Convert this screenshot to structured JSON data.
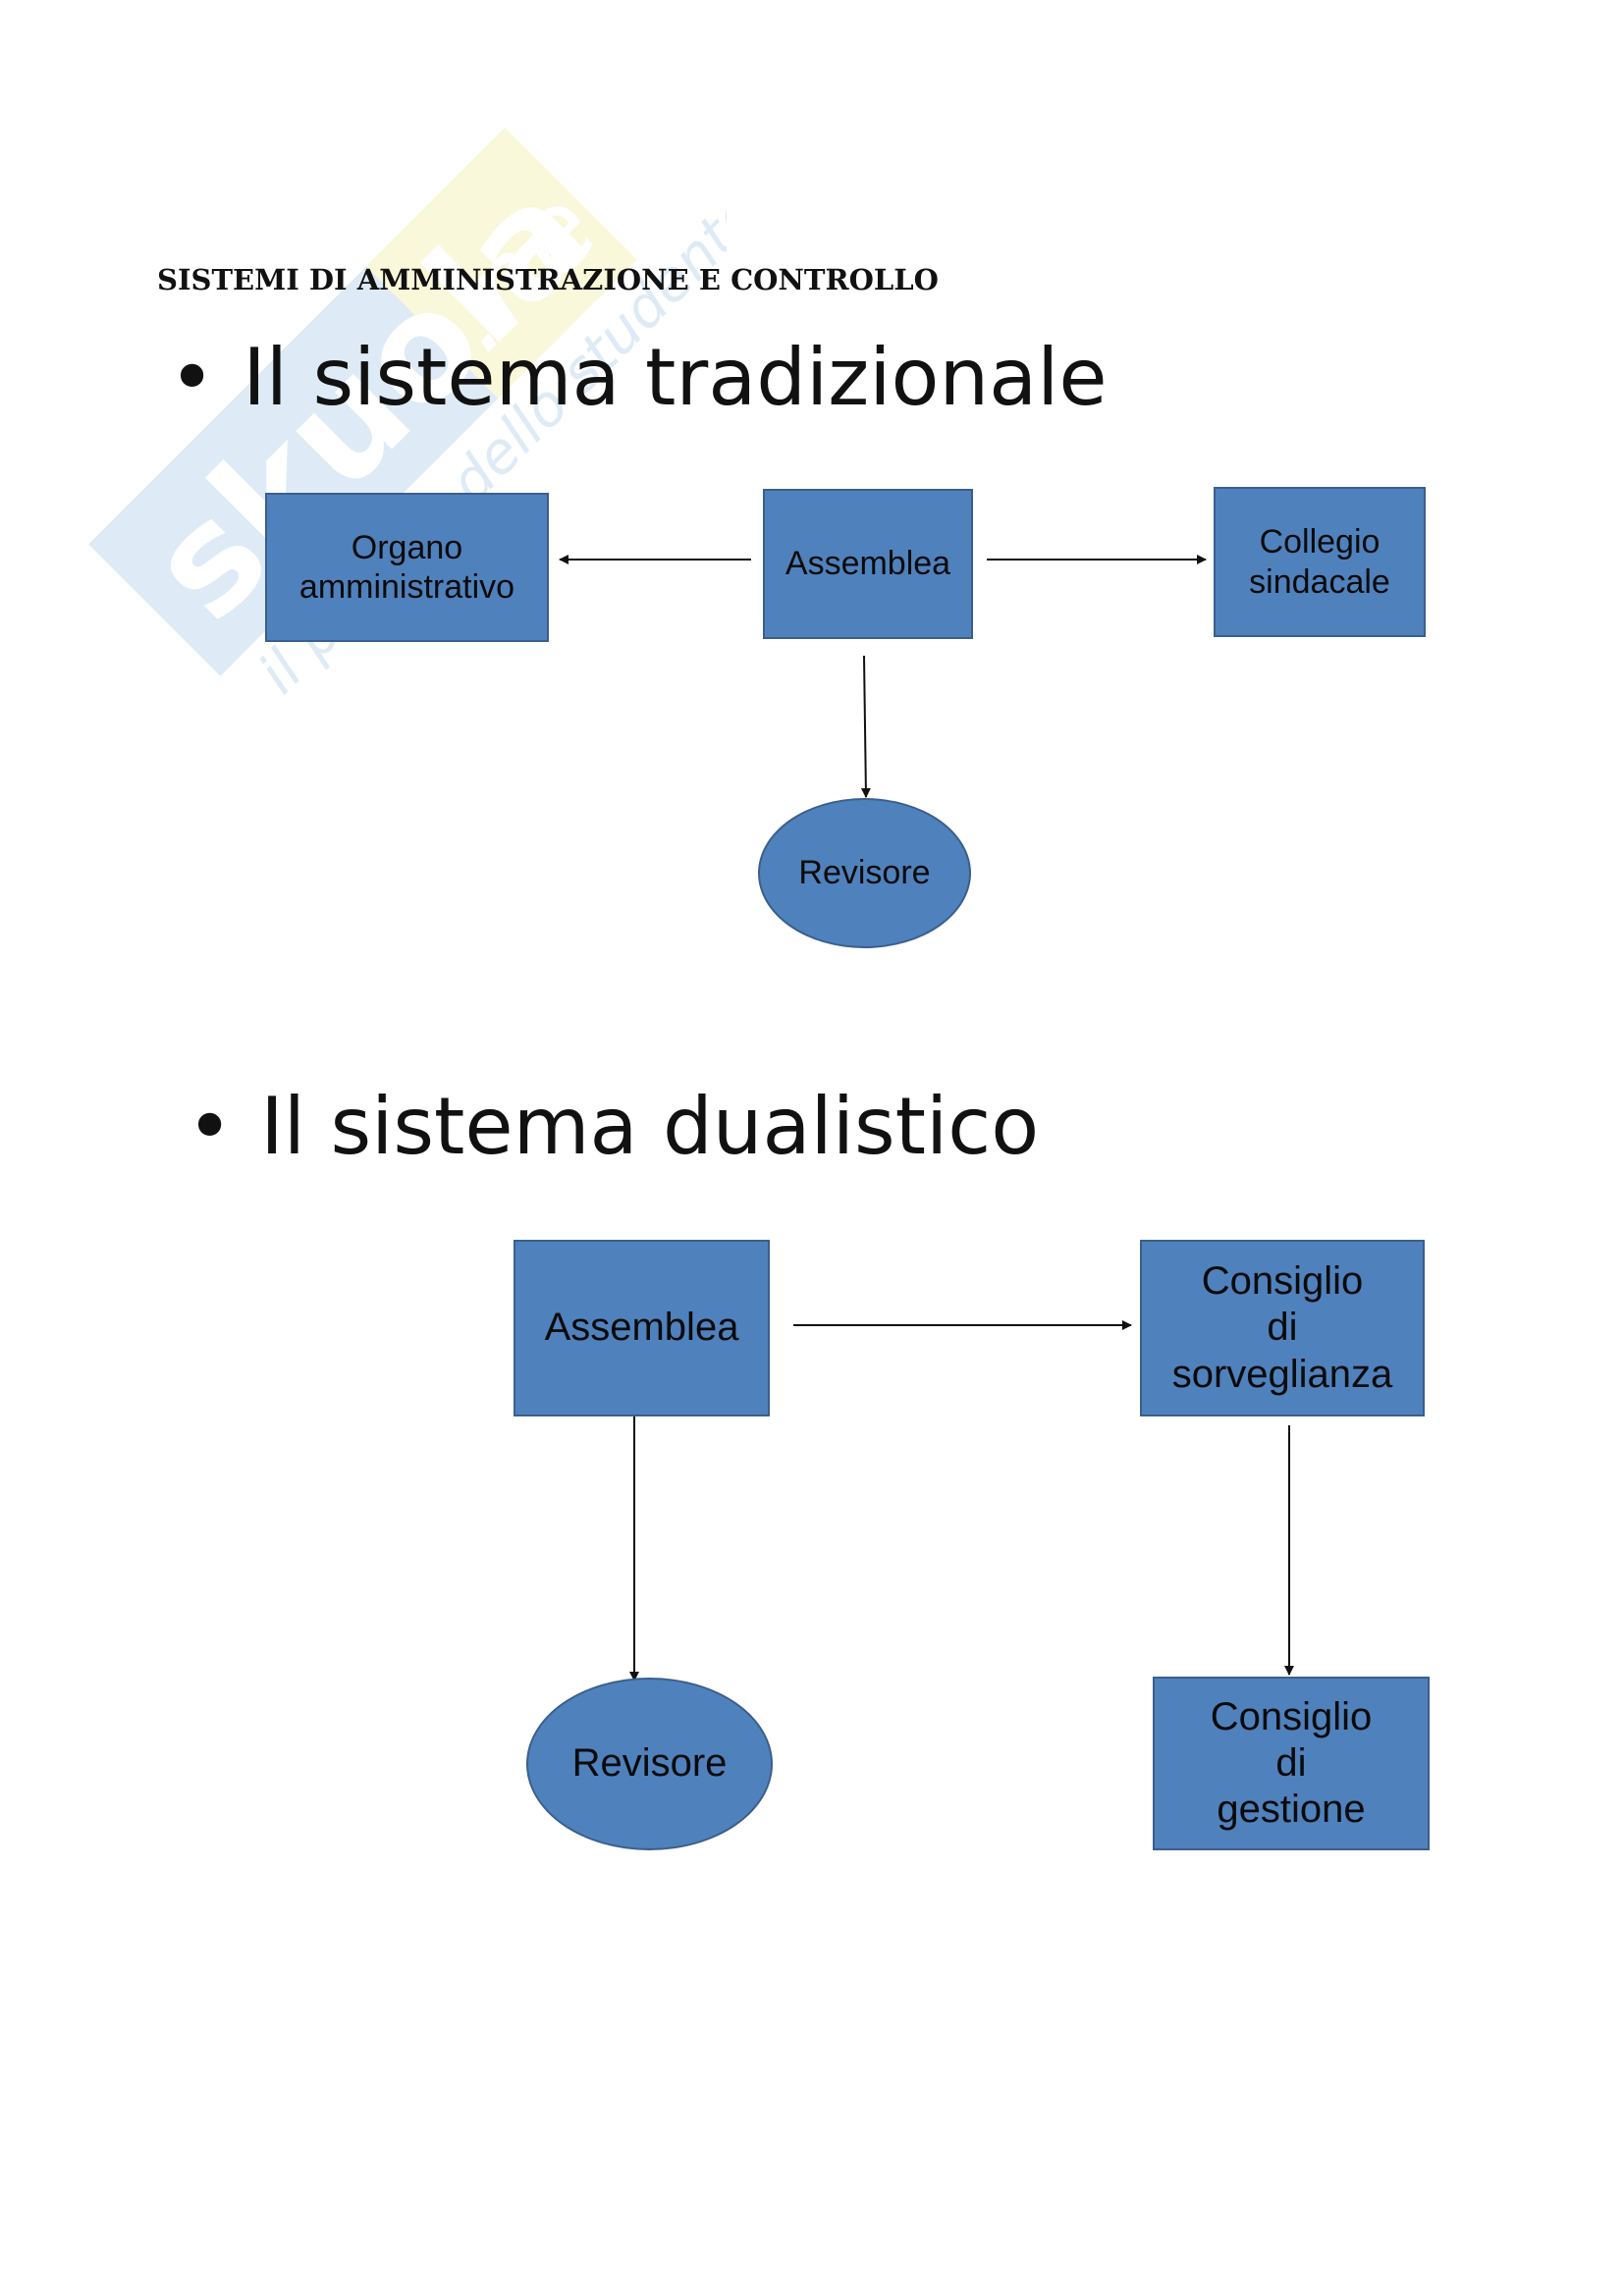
{
  "watermark": {
    "brand_text": "Skuola.net",
    "tagline": "il portale dello studente"
  },
  "heading": "SISTEMI DI AMMINISTRAZIONE E CONTROLLO",
  "section_traditional": {
    "bullet": "•",
    "title": "Il sistema tradizionale",
    "nodes": {
      "organo": "Organo\namministrativo",
      "assemblea": "Assemblea",
      "collegio": "Collegio\nsindacale",
      "revisore": "Revisore"
    }
  },
  "section_dualistic": {
    "bullet": "•",
    "title": "Il sistema dualistico",
    "nodes": {
      "assemblea": "Assemblea",
      "sorveglianza": "Consiglio\ndi\nsorveglianza",
      "revisore": "Revisore",
      "gestione": "Consiglio\ndi\ngestione"
    }
  },
  "colors": {
    "node_fill": "#4f81bd",
    "node_border": "#3a5f8c",
    "arrow": "#111111",
    "watermark": "#6fa8d8"
  }
}
